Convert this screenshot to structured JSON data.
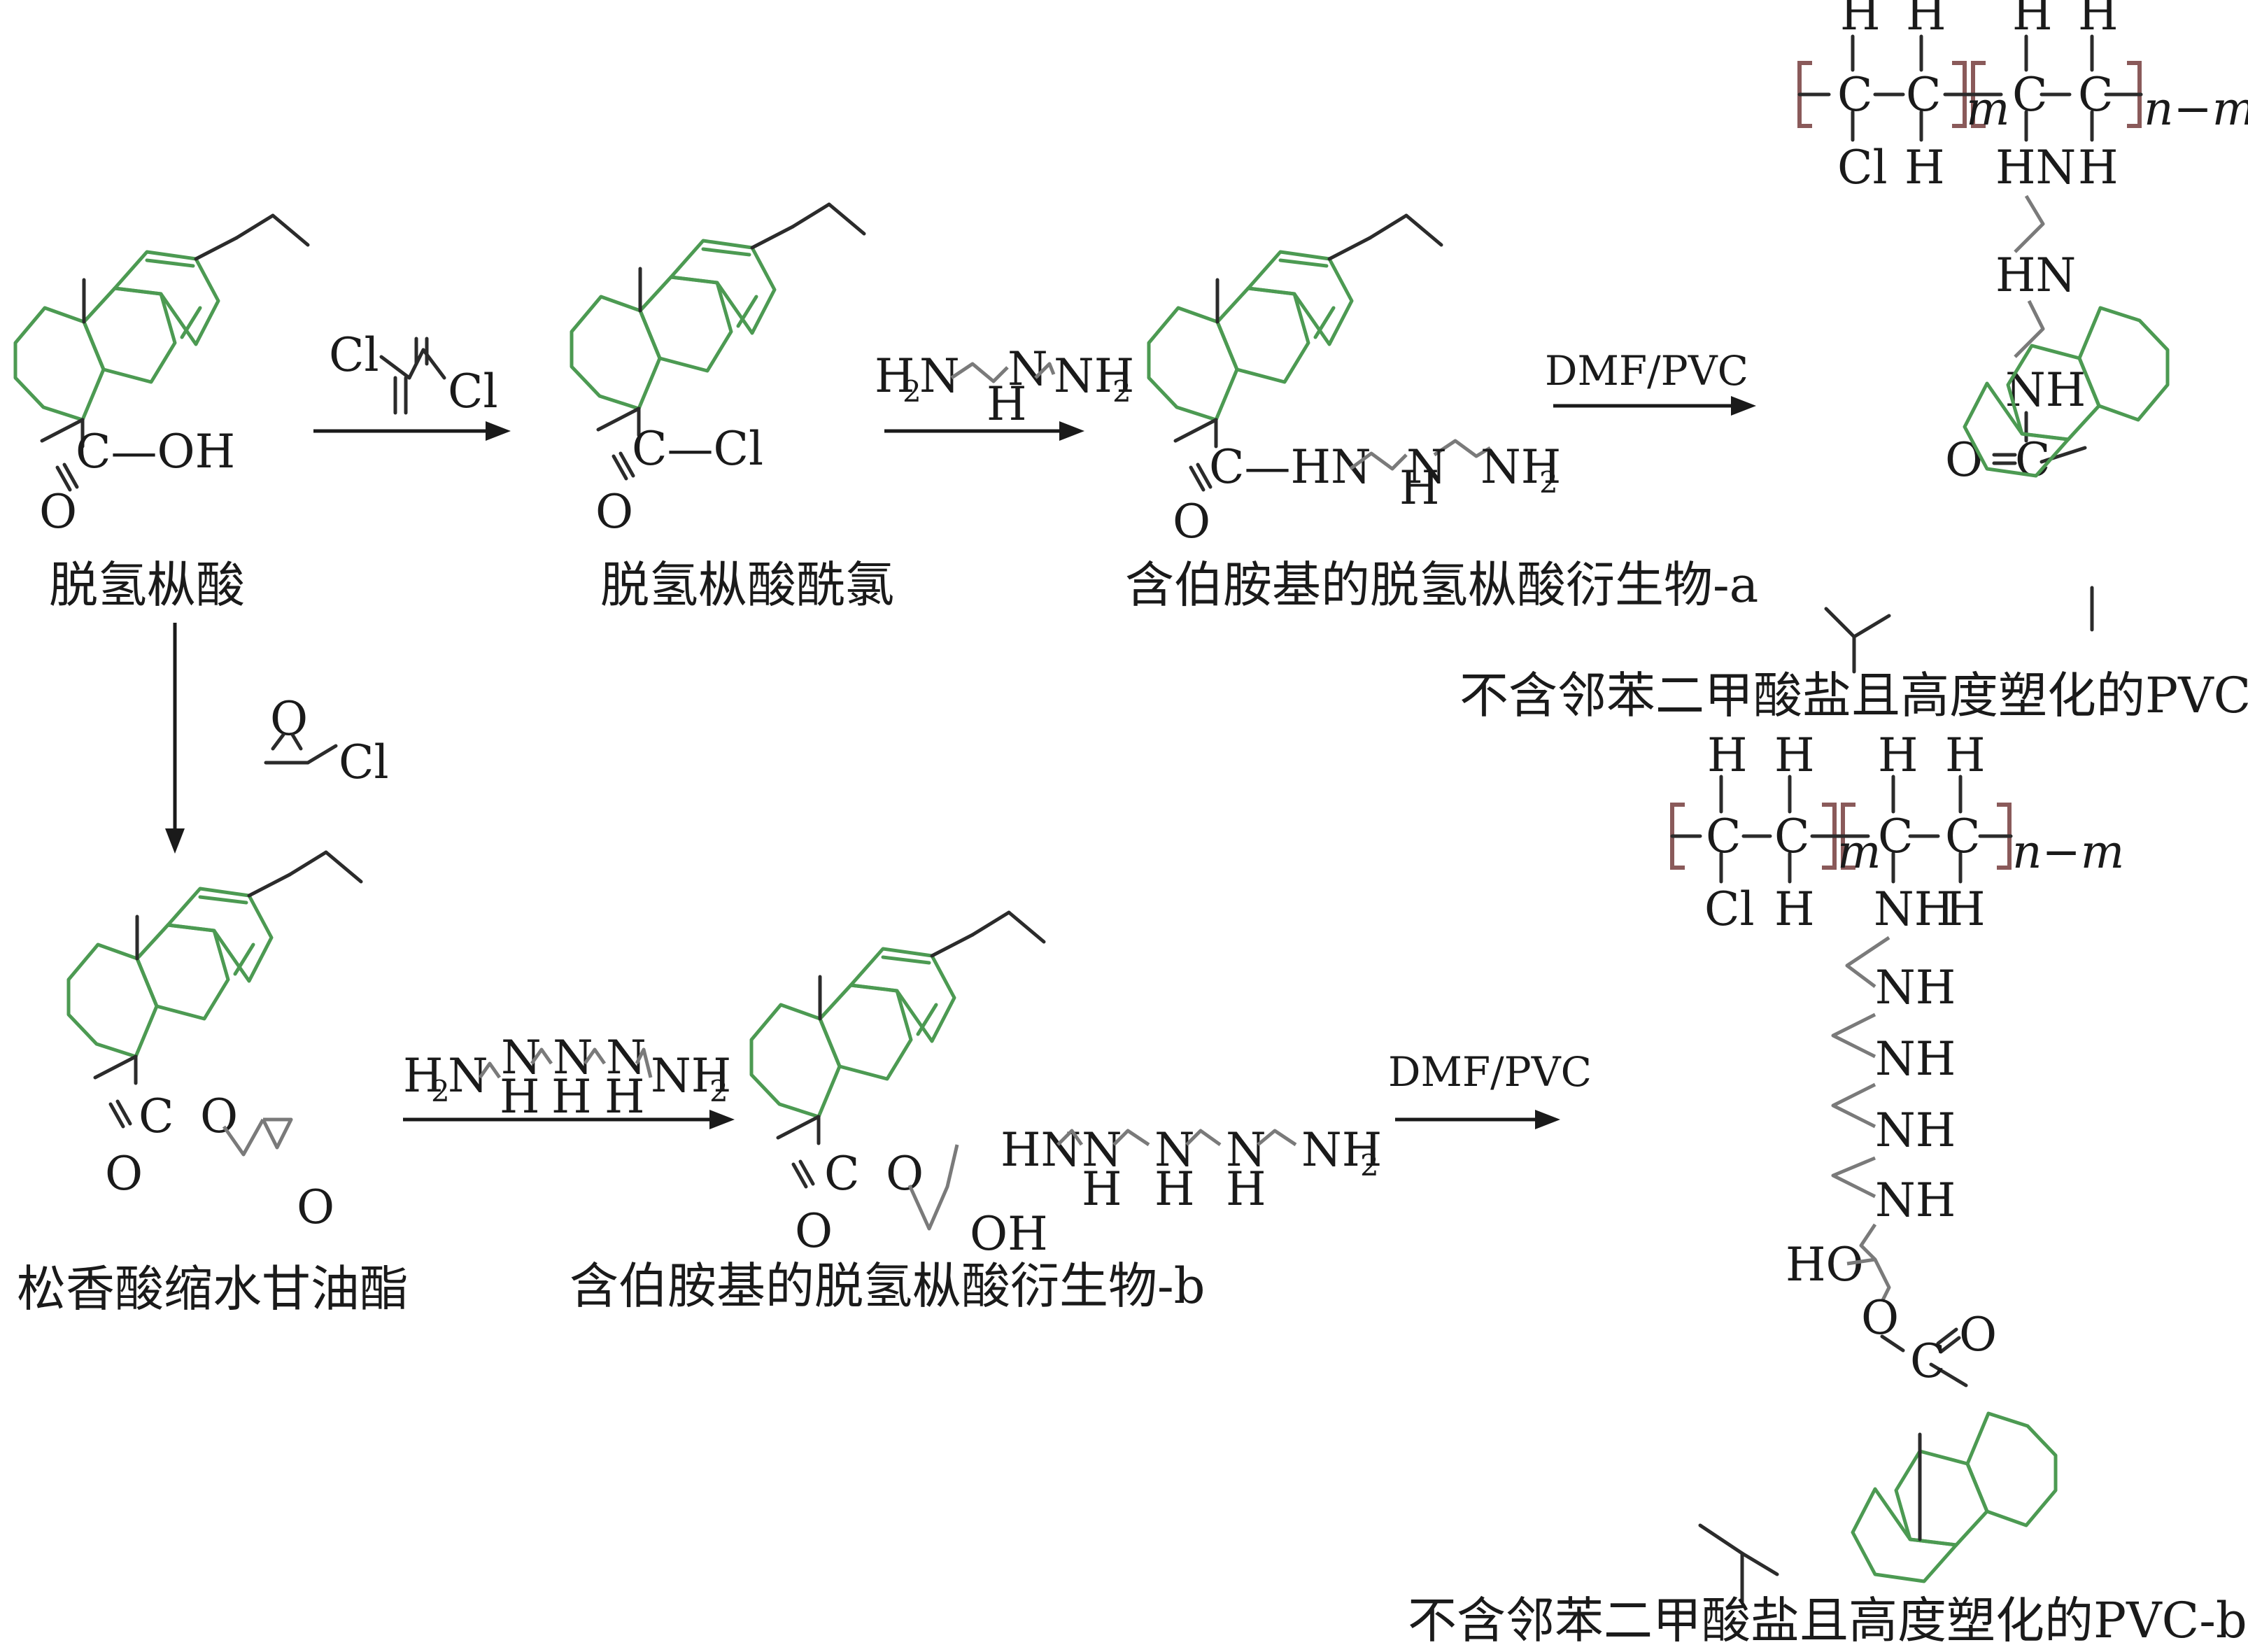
{
  "compounds": {
    "dha": "脱氢枞酸",
    "dha_cl": "脱氢枞酸酰氯",
    "deriv_a": "含伯胺基的脱氢枞酸衍生物-a",
    "pvc_a": "不含邻苯二甲酸盐且高度塑化的PVC-a",
    "gly": "松香酸缩水甘油酯",
    "deriv_b": "含伯胺基的脱氢枞酸衍生物-b",
    "pvc_b": "不含邻苯二甲酸盐且高度塑化的PVC-b"
  },
  "reagents": {
    "step1": "DMF/PVC",
    "step2": "DMF/PVC"
  },
  "atoms": {
    "C": "C",
    "O": "O",
    "OH": "OH",
    "Cl": "Cl",
    "H": "H",
    "HN": "HN",
    "NH": "NH",
    "N": "N",
    "HO": "HO",
    "H2N": "H",
    "NH2": "NH",
    "sub2": "2",
    "C_OH": "C—OH",
    "C_Cl": "C—Cl",
    "O_eq": "O",
    "m": "m",
    "n_m": "n−m",
    "CH_HN": "C—HN"
  },
  "colors": {
    "ring": "#4c9a52",
    "bond": "#2b2b2b",
    "chain": "#7a7a7a",
    "bracket": "#8a5a5a"
  }
}
